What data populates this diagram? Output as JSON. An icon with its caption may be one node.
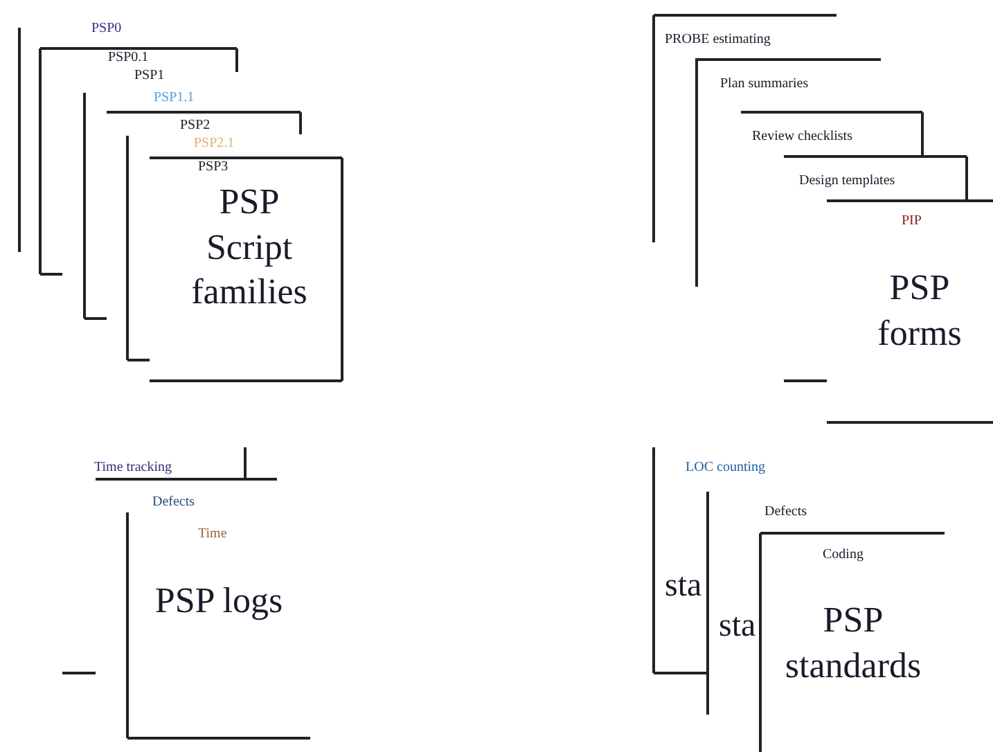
{
  "diagram": {
    "nodes": [
      {
        "text": [
          "PSP0"
        ]
      },
      {
        "text": [
          "PSP0.1"
        ]
      },
      {
        "text": [
          "PSP1"
        ]
      },
      {
        "text": [
          "PSP1.1"
        ]
      },
      {
        "text": [
          "PSP2"
        ]
      },
      {
        "text": [
          "PSP3",
          "PSP Script families"
        ]
      },
      {
        "text": [
          "PROBE estimating"
        ]
      },
      {
        "text": [
          "Plan summaries"
        ]
      },
      {
        "text": [
          "Review checklists"
        ]
      },
      {
        "text": [
          "Design templates"
        ]
      },
      {
        "text": [
          "PIP",
          "PSP forms"
        ]
      },
      {
        "text": [
          "Time tracking"
        ]
      },
      {
        "text": [
          "Defects"
        ]
      },
      {
        "text": [
          "Time",
          "PSP logs"
        ]
      },
      {
        "text": [
          "LOC counting",
          "sta"
        ]
      },
      {
        "text": [
          "Defects",
          "sta"
        ]
      },
      {
        "text": [
          "Coding",
          "PSP standards"
        ]
      }
    ],
    "labels": [
      "PSP2.1"
    ]
  }
}
